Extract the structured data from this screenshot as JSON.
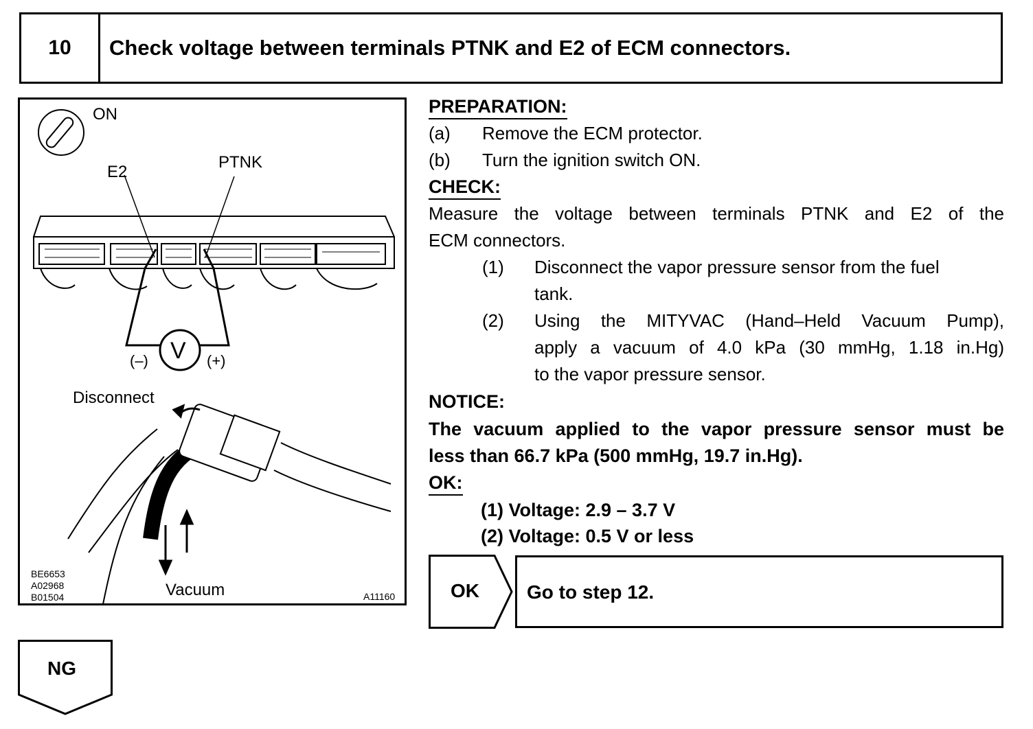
{
  "step": {
    "number": "10",
    "title": "Check voltage between terminals PTNK and E2 of ECM connectors."
  },
  "figure": {
    "ignition_label": "ON",
    "terminal_e2": "E2",
    "terminal_ptnk": "PTNK",
    "meter_symbol": "V",
    "negative_label": "(–)",
    "positive_label": "(+)",
    "disconnect_label": "Disconnect",
    "vacuum_label": "Vacuum",
    "codes": [
      "BE6653",
      "A02968",
      "B01504"
    ],
    "figure_id": "A11160"
  },
  "preparation": {
    "heading": "PREPARATION:",
    "steps": [
      {
        "marker": "(a)",
        "text": "Remove the ECM protector."
      },
      {
        "marker": "(b)",
        "text": "Turn the ignition switch ON."
      }
    ]
  },
  "check": {
    "heading": "CHECK:",
    "intro_lines": [
      "Measure the voltage between terminals PTNK and E2 of the",
      "ECM connectors."
    ],
    "steps": [
      {
        "marker": "(1)",
        "lines": [
          "Disconnect the vapor pressure sensor from the fuel",
          "tank."
        ]
      },
      {
        "marker": "(2)",
        "lines": [
          "Using the MITYVAC (Hand–Held Vacuum Pump),",
          "apply a vacuum of 4.0 kPa (30 mmHg, 1.18 in.Hg)",
          "to the vapor pressure sensor."
        ]
      }
    ]
  },
  "notice": {
    "heading": "NOTICE:",
    "lines": [
      "The vacuum applied to the vapor pressure sensor must be",
      "less than 66.7 kPa (500 mmHg, 19.7 in.Hg)."
    ]
  },
  "ok_spec": {
    "heading": "OK:",
    "items": [
      "(1) Voltage: 2.9 – 3.7 V",
      "(2) Voltage: 0.5 V or less"
    ]
  },
  "ok_branch": {
    "tag": "OK",
    "result": "Go to step 12."
  },
  "ng_branch": {
    "tag": "NG"
  }
}
